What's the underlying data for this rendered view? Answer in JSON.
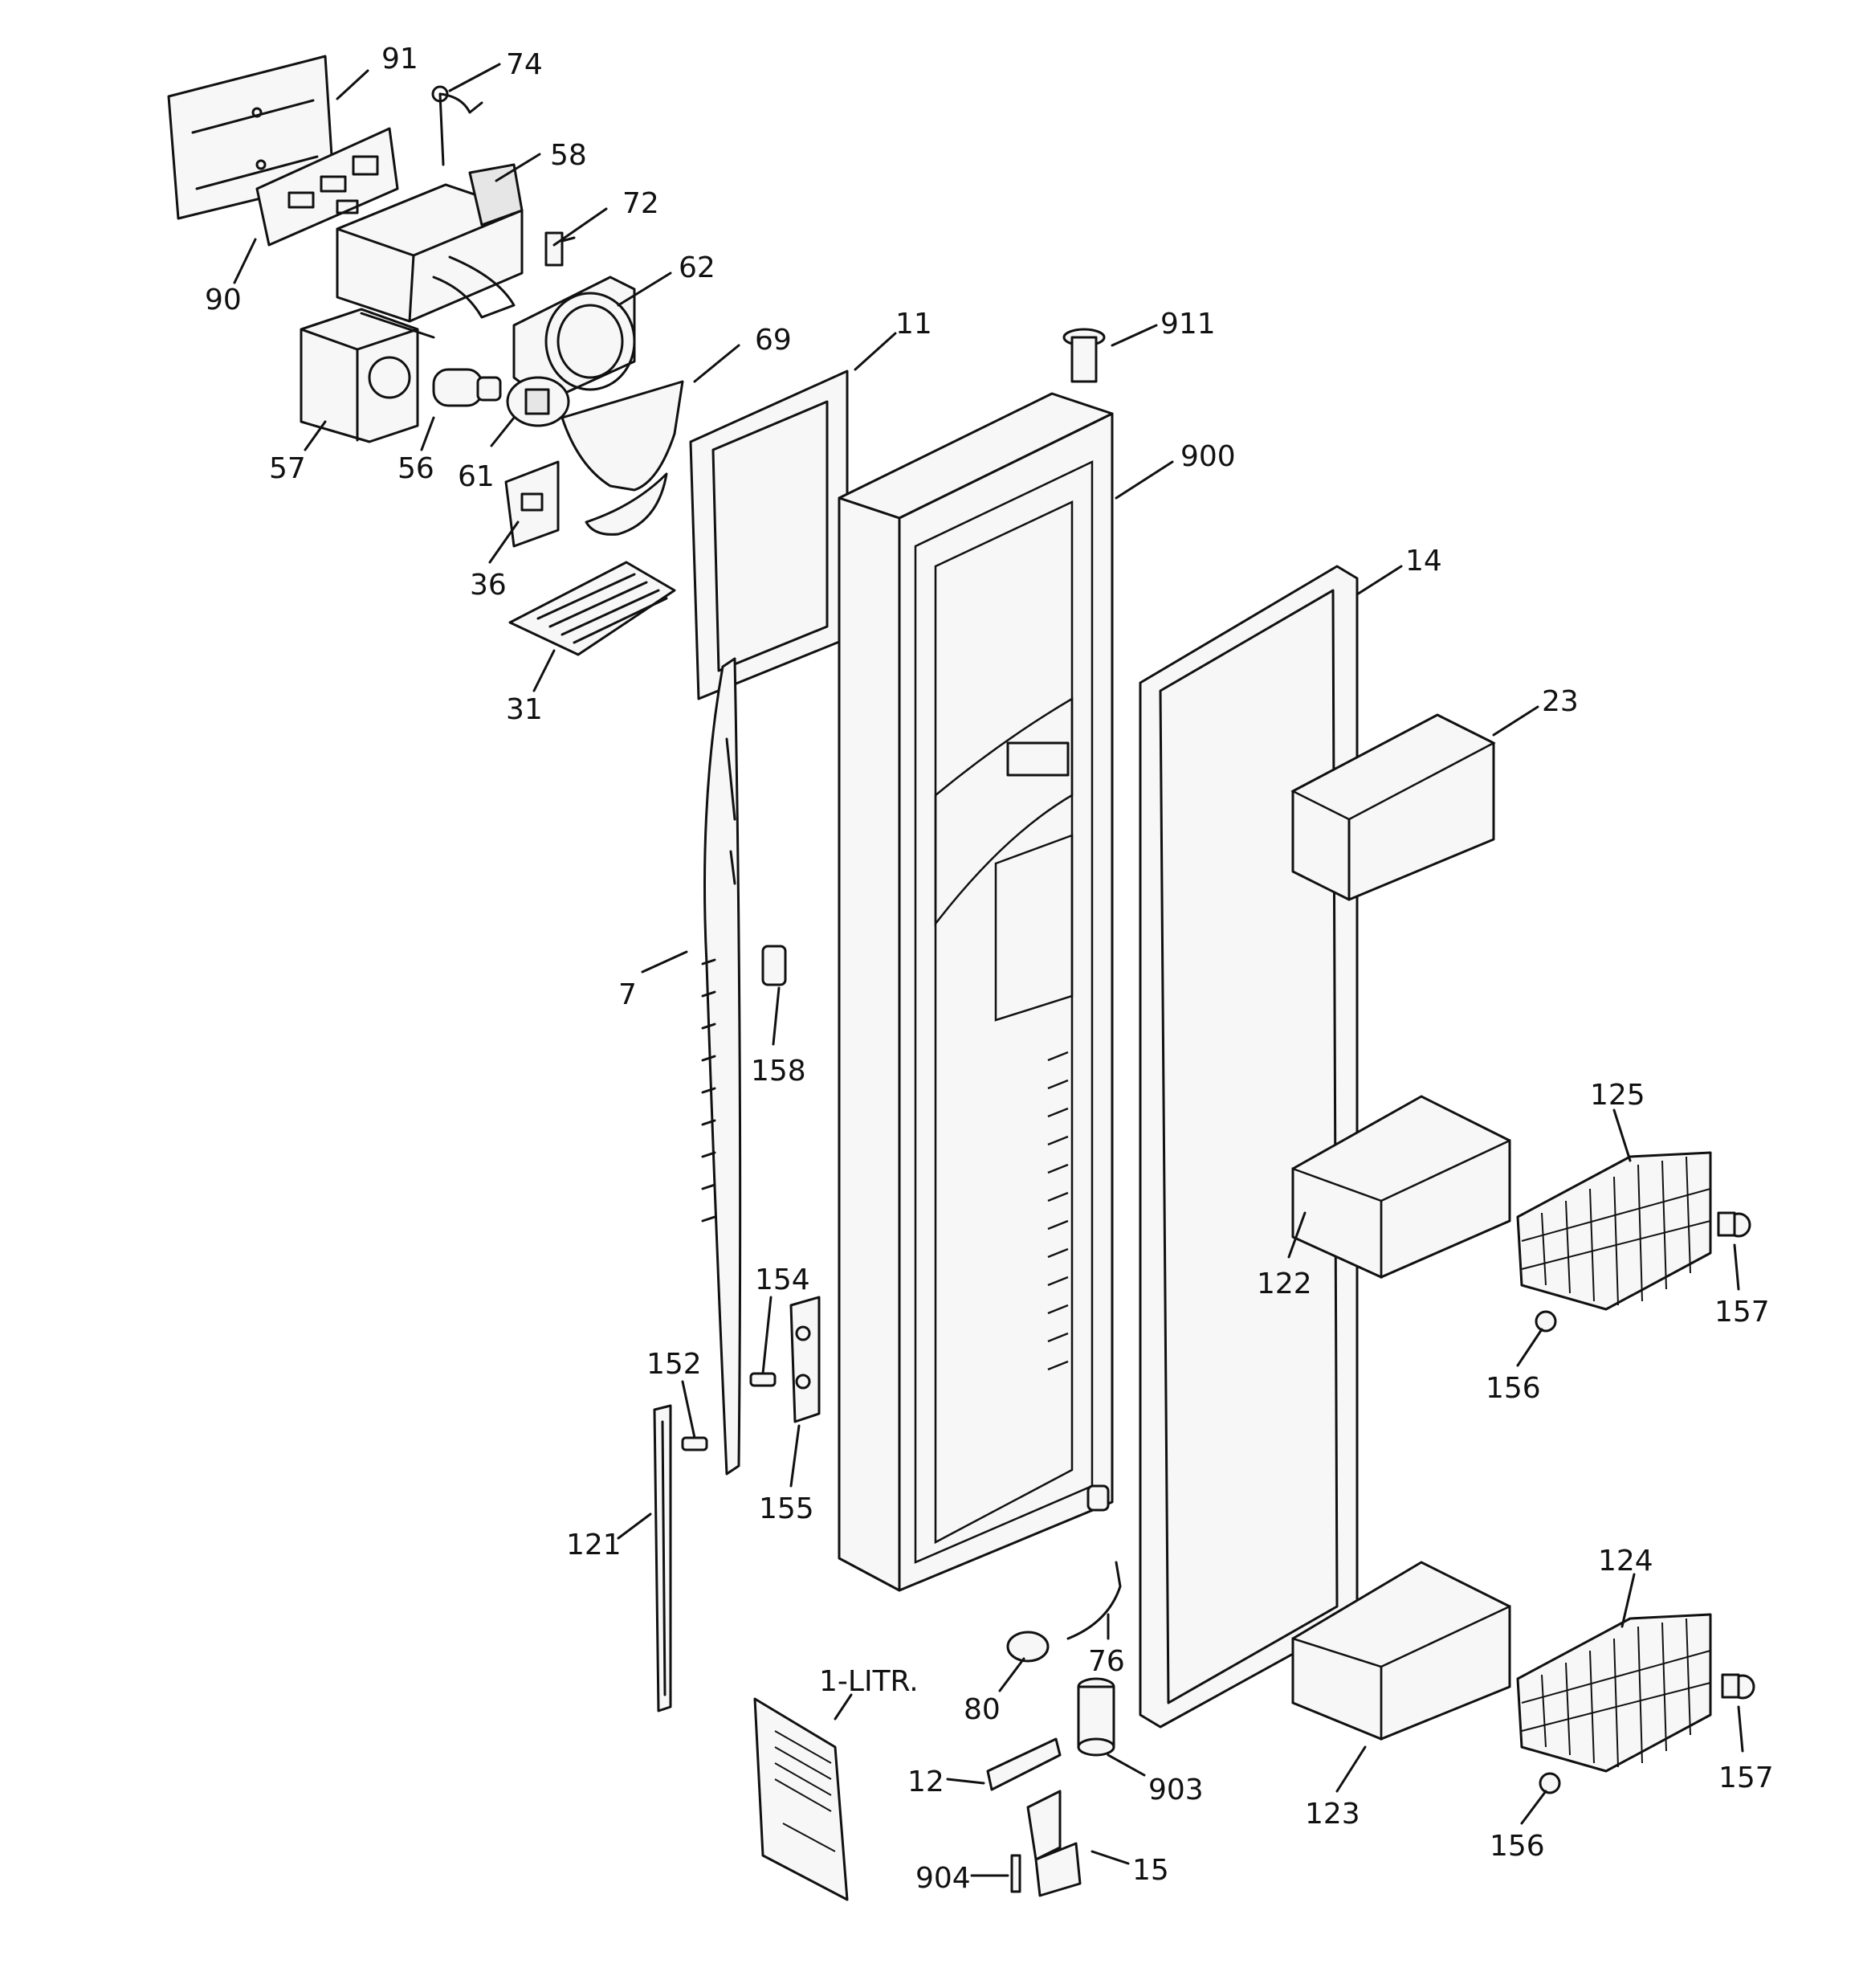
{
  "labels": {
    "p91": "91",
    "p74": "74",
    "p58": "58",
    "p72": "72",
    "p90": "90",
    "p62": "62",
    "p69": "69",
    "p11": "11",
    "p911": "911",
    "p57": "57",
    "p56": "56",
    "p61": "61",
    "p900": "900",
    "p36": "36",
    "p14": "14",
    "p31": "31",
    "p23": "23",
    "p7": "7",
    "p158": "158",
    "p125": "125",
    "p122": "122",
    "p157a": "157",
    "p156a": "156",
    "p154": "154",
    "p152": "152",
    "p155": "155",
    "p121": "121",
    "p124": "124",
    "p76": "76",
    "p1litr": "1-LITR.",
    "p80": "80",
    "p12": "12",
    "p903": "903",
    "p123": "123",
    "p157b": "157",
    "p156b": "156",
    "p904": "904",
    "p15": "15"
  }
}
